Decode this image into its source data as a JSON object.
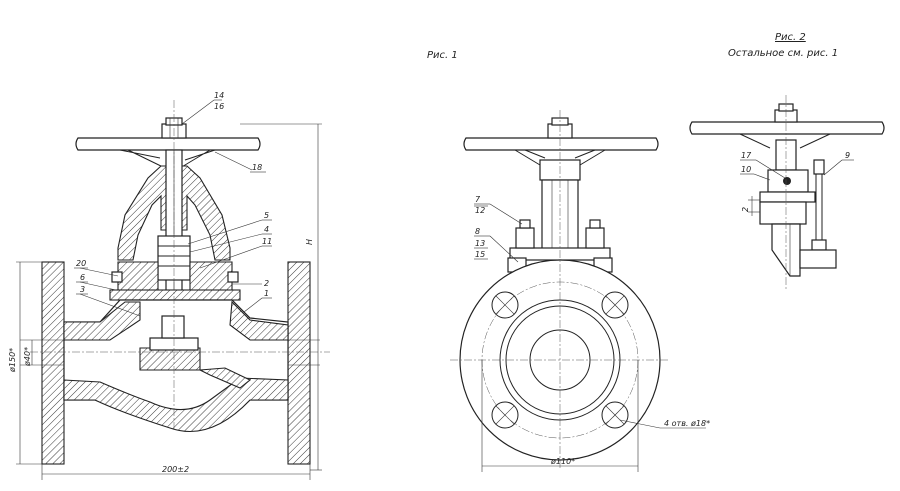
{
  "captions": {
    "fig1": "Рис. 1",
    "fig2": "Рис. 2",
    "fig2_note": "Остальное см. рис. 1"
  },
  "callouts_fig1": {
    "c14": "14",
    "c16": "16",
    "c18": "18",
    "c5": "5",
    "c4": "4",
    "c11": "11",
    "c20": "20",
    "c6": "6",
    "c2": "2",
    "c3": "3",
    "c1": "1"
  },
  "callouts_fig_front": {
    "c7": "7",
    "c12": "12",
    "c8": "8",
    "c13": "13",
    "c15": "15"
  },
  "callouts_fig2": {
    "c17": "17",
    "c10": "10",
    "c9": "9",
    "c2": "2"
  },
  "dimensions": {
    "height": "H",
    "length": "200±2",
    "outer_diam": "ø150*",
    "bore_diam": "ø40*",
    "bolt_circle": "ø110*",
    "holes": "4 отв. ø18*"
  }
}
